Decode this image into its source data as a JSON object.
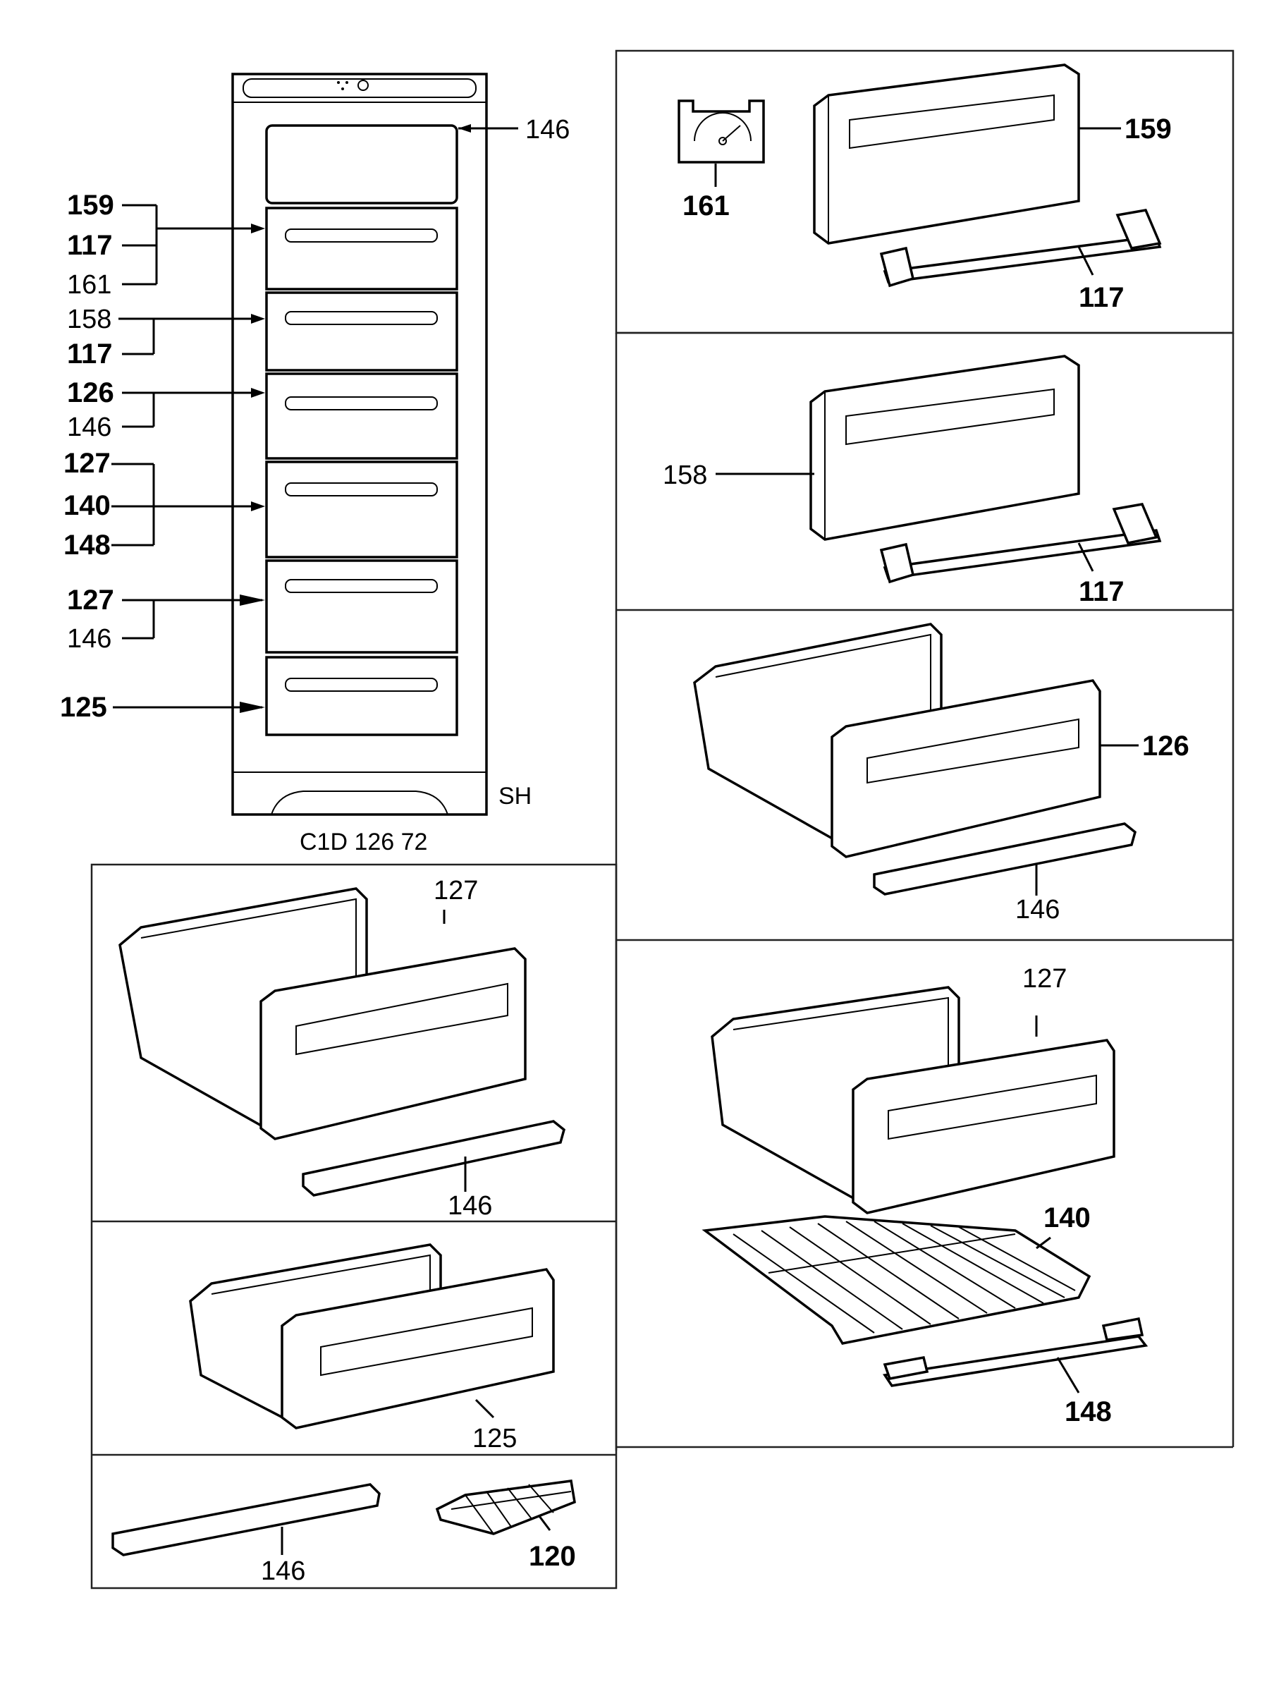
{
  "model_code": "C1D 126 72",
  "corner_label": "SH",
  "cabinet_callouts": [
    "159",
    "117",
    "161",
    "158",
    "117",
    "126",
    "146",
    "127",
    "140",
    "148",
    "127",
    "146",
    "125"
  ],
  "cabinet_top_label": "146",
  "panels": {
    "p1": {
      "labels": [
        "161",
        "159",
        "117"
      ]
    },
    "p2": {
      "labels": [
        "158",
        "117"
      ]
    },
    "p3": {
      "labels": [
        "126",
        "146"
      ]
    },
    "p4": {
      "labels": [
        "127",
        "140",
        "148"
      ]
    },
    "p5": {
      "labels": [
        "127",
        "146"
      ]
    },
    "p6": {
      "labels": [
        "125"
      ]
    },
    "p7": {
      "labels": [
        "146",
        "120"
      ]
    }
  },
  "legend_items": [],
  "colors": {
    "ink": "#000000",
    "paper": "#ffffff"
  }
}
